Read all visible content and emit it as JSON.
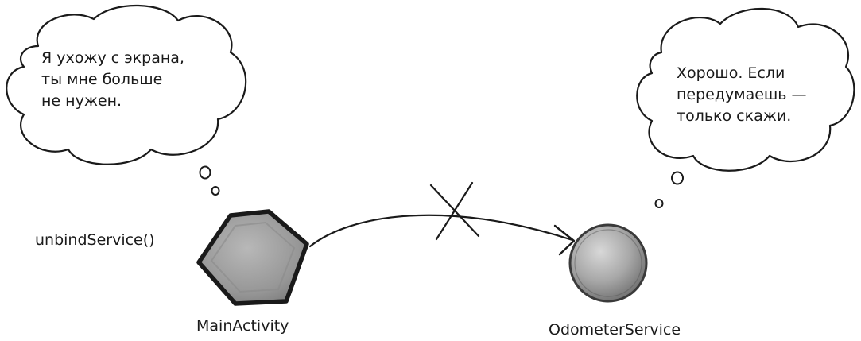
{
  "diagram": {
    "thought_left": {
      "lines": [
        "Я ухожу с экрана,",
        "ты мне больше",
        "не нужен."
      ]
    },
    "thought_right": {
      "lines": [
        "Хорошо. Если",
        "передумаешь —",
        "только скажи."
      ]
    },
    "call_label": "unbindService()",
    "node_activity": {
      "label": "MainActivity",
      "icon": "hexagon-icon"
    },
    "node_service": {
      "label": "OdometerService",
      "icon": "sphere-icon"
    },
    "connection": {
      "state": "broken",
      "marker": "cross-mark"
    },
    "colors": {
      "ink": "#1a1a1a",
      "hexagon_fill": "#9a9a9a",
      "sphere_fill": "#a8a8a8"
    }
  }
}
